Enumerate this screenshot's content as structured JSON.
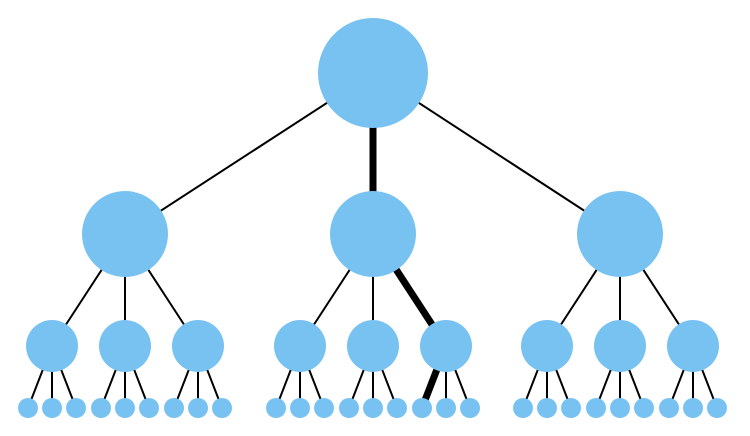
{
  "diagram": {
    "type": "tree",
    "branching": 3,
    "levels": 4,
    "colors": {
      "node": "#78c2f2",
      "edge": "#000000",
      "highlight": "#d65444",
      "background": "#ffffff"
    },
    "highlight_path": [
      1,
      2,
      0
    ]
  }
}
